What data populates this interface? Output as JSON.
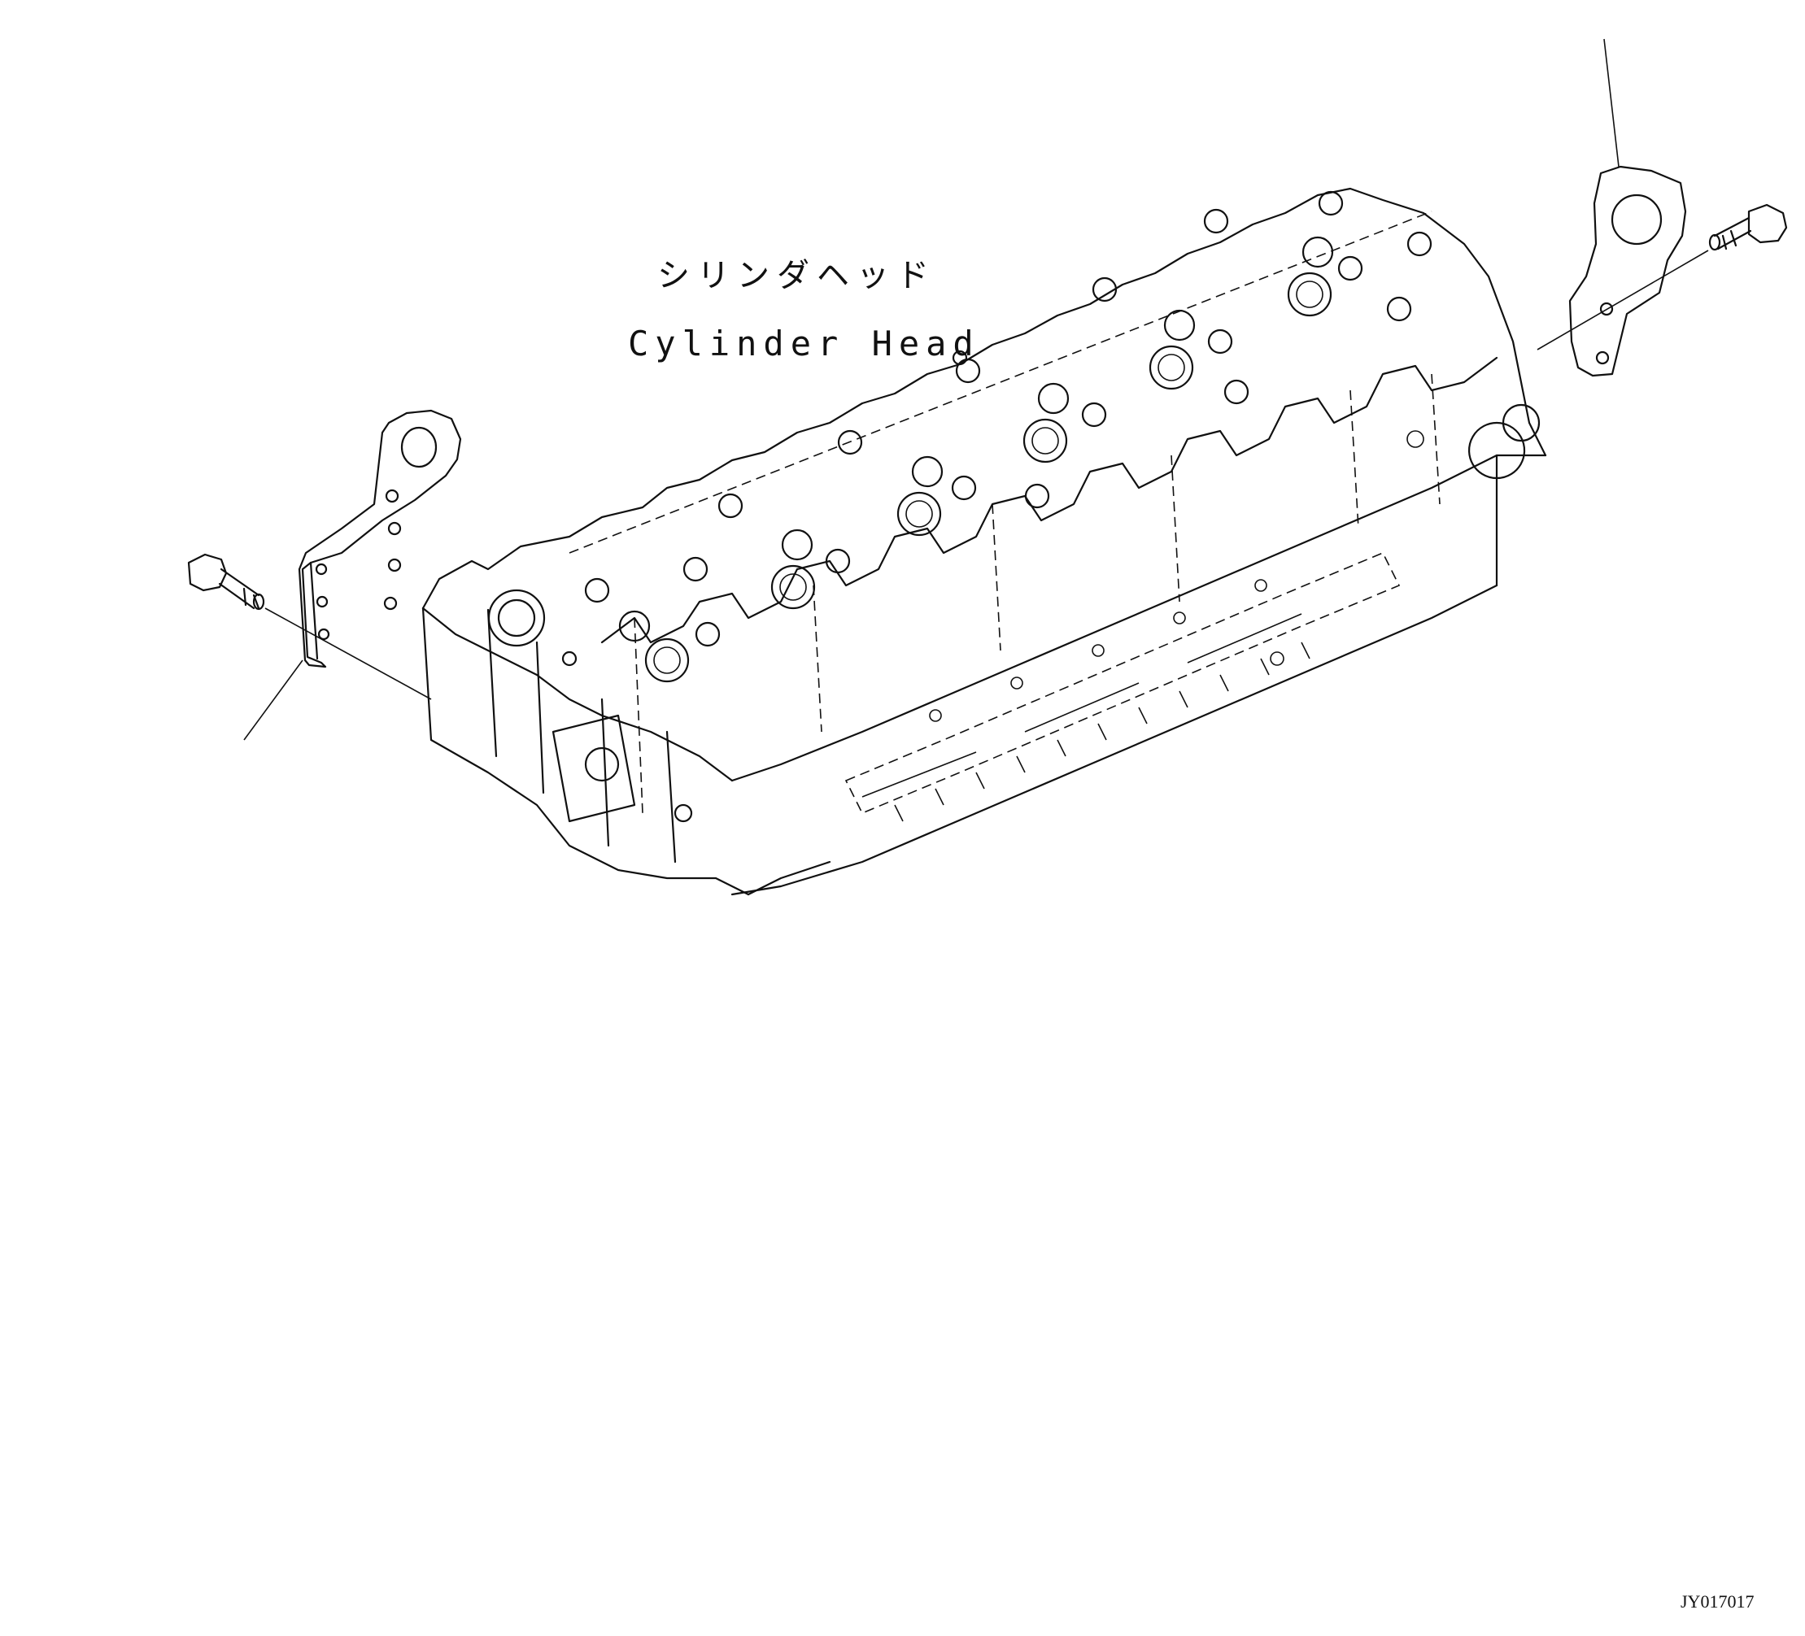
{
  "labels": {
    "part_name_jp": "シリンダヘッド",
    "part_name_en": "Cylinder Head"
  },
  "reference_code": "JY017017"
}
